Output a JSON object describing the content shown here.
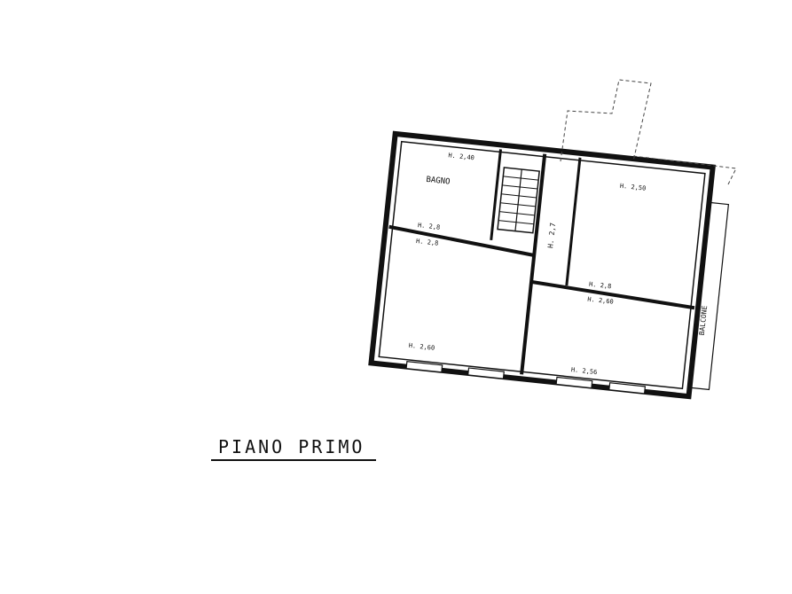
{
  "title": "PIANO PRIMO",
  "labels": {
    "bagno": "BAGNO",
    "h_bagno": "H. 2,40",
    "h_room_left_top": "H. 2,8",
    "h_room_left_under": "H. 2,8",
    "h_room_left_bottom": "H. 2,60",
    "h_room_right_top": "H. 2,50",
    "h_corridor": "H. 2,7",
    "h_room_right_mid_a": "H. 2,8",
    "h_room_right_mid_b": "H. 2,60",
    "h_room_right_bottom": "H. 2,56",
    "balcone": "BALCONE"
  }
}
